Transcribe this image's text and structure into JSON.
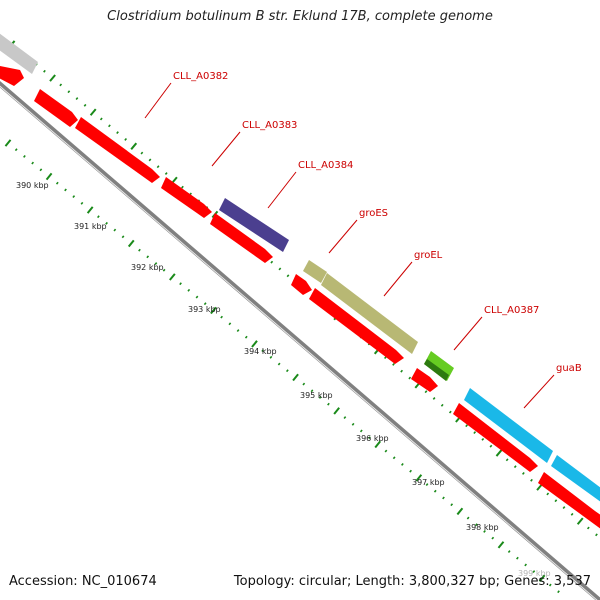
{
  "title": "Clostridium botulinum B str. Eklund 17B, complete genome",
  "accession": "Accession: NC_010674",
  "summary": "Topology: circular; Length: 3,800,327 bp; Genes: 3,537",
  "kbp_labels": [
    "390 kbp",
    "391 kbp",
    "392 kbp",
    "393 kbp",
    "394 kbp",
    "395 kbp",
    "396 kbp",
    "397 kbp",
    "398 kbp",
    "399 kbp"
  ],
  "colors": {
    "cds": "#ff0000",
    "backbone": "#808080",
    "tick": "#1a8a1a",
    "label": "#cc0000",
    "grey_gene": "#c8c8c8",
    "purple_gene": "#4b3f8f",
    "olive_gene": "#b8b874",
    "green_gene": "#66cc22",
    "cyan_gene": "#1ab8e8"
  },
  "genes": [
    {
      "name": "CLL_A0382",
      "color": "#ff0000"
    },
    {
      "name": "CLL_A0383",
      "color": "#ff0000"
    },
    {
      "name": "CLL_A0384",
      "color": "#4b3f8f"
    },
    {
      "name": "groES",
      "color": "#b8b874"
    },
    {
      "name": "groEL",
      "color": "#b8b874"
    },
    {
      "name": "CLL_A0387",
      "color": "#66cc22"
    },
    {
      "name": "guaB",
      "color": "#1ab8e8"
    }
  ]
}
